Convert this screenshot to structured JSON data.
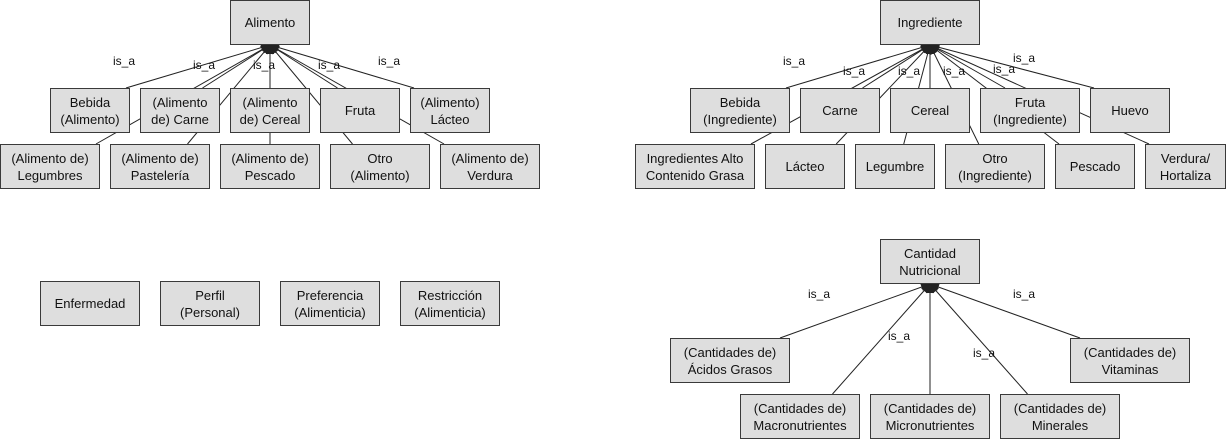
{
  "edge_label": "is_a",
  "colors": {
    "node_fill": "#dedede",
    "node_border": "#3a3a3a",
    "edge": "#222222"
  },
  "nodes": {
    "alimento": "Alimento",
    "bebida_alimento": "Bebida\n(Alimento)",
    "alimento_carne": "(Alimento\nde) Carne",
    "alimento_cereal": "(Alimento\nde) Cereal",
    "fruta": "Fruta",
    "alimento_lacteo": "(Alimento)\nLácteo",
    "alimento_legumbres": "(Alimento de)\nLegumbres",
    "alimento_pasteleria": "(Alimento de)\nPastelería",
    "alimento_pescado": "(Alimento de)\nPescado",
    "otro_alimento": "Otro\n(Alimento)",
    "alimento_verdura": "(Alimento de)\nVerdura",
    "ingrediente": "Ingrediente",
    "bebida_ingrediente": "Bebida\n(Ingrediente)",
    "carne": "Carne",
    "cereal": "Cereal",
    "fruta_ingrediente": "Fruta\n(Ingrediente)",
    "huevo": "Huevo",
    "ingredientes_alto_grasa": "Ingredientes Alto\nContenido Grasa",
    "lacteo": "Lácteo",
    "legumbre": "Legumbre",
    "otro_ingrediente": "Otro\n(Ingrediente)",
    "pescado": "Pescado",
    "verdura_hortaliza": "Verdura/\nHortaliza",
    "enfermedad": "Enfermedad",
    "perfil_personal": "Perfil\n(Personal)",
    "preferencia_alimenticia": "Preferencia\n(Alimenticia)",
    "restriccion_alimenticia": "Restricción\n(Alimenticia)",
    "cantidad_nutricional": "Cantidad\nNutricional",
    "cantidades_acidos_grasos": "(Cantidades de)\nÁcidos Grasos",
    "cantidades_macronutrientes": "(Cantidades de)\nMacronutrientes",
    "cantidades_micronutrientes": "(Cantidades de)\nMicronutrientes",
    "cantidades_minerales": "(Cantidades de)\nMinerales",
    "cantidades_vitaminas": "(Cantidades de)\nVitaminas"
  },
  "edges": [
    {
      "from": "bebida_alimento",
      "to": "alimento"
    },
    {
      "from": "alimento_carne",
      "to": "alimento"
    },
    {
      "from": "alimento_cereal",
      "to": "alimento"
    },
    {
      "from": "fruta",
      "to": "alimento"
    },
    {
      "from": "alimento_lacteo",
      "to": "alimento"
    },
    {
      "from": "alimento_legumbres",
      "to": "alimento"
    },
    {
      "from": "alimento_pasteleria",
      "to": "alimento"
    },
    {
      "from": "alimento_pescado",
      "to": "alimento"
    },
    {
      "from": "otro_alimento",
      "to": "alimento"
    },
    {
      "from": "alimento_verdura",
      "to": "alimento"
    },
    {
      "from": "bebida_ingrediente",
      "to": "ingrediente"
    },
    {
      "from": "carne",
      "to": "ingrediente"
    },
    {
      "from": "cereal",
      "to": "ingrediente"
    },
    {
      "from": "fruta_ingrediente",
      "to": "ingrediente"
    },
    {
      "from": "huevo",
      "to": "ingrediente"
    },
    {
      "from": "ingredientes_alto_grasa",
      "to": "ingrediente"
    },
    {
      "from": "lacteo",
      "to": "ingrediente"
    },
    {
      "from": "legumbre",
      "to": "ingrediente"
    },
    {
      "from": "otro_ingrediente",
      "to": "ingrediente"
    },
    {
      "from": "pescado",
      "to": "ingrediente"
    },
    {
      "from": "verdura_hortaliza",
      "to": "ingrediente"
    },
    {
      "from": "cantidades_acidos_grasos",
      "to": "cantidad_nutricional"
    },
    {
      "from": "cantidades_macronutrientes",
      "to": "cantidad_nutricional"
    },
    {
      "from": "cantidades_micronutrientes",
      "to": "cantidad_nutricional"
    },
    {
      "from": "cantidades_minerales",
      "to": "cantidad_nutricional"
    },
    {
      "from": "cantidades_vitaminas",
      "to": "cantidad_nutricional"
    }
  ]
}
